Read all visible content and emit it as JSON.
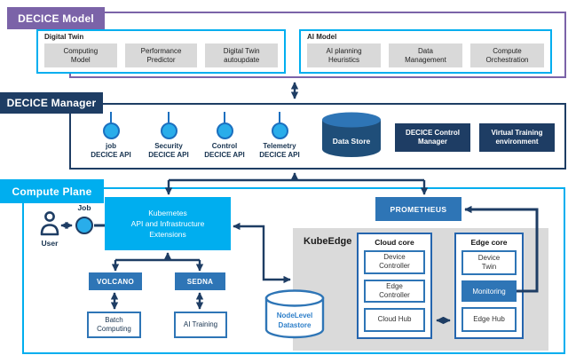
{
  "diagram": {
    "model": {
      "header": "DECICE Model",
      "digital_twin": {
        "title": "Digital Twin",
        "items": [
          "Computing\nModel",
          "Performance\nPredictor",
          "Digital Twin\nautoupdate"
        ]
      },
      "ai_model": {
        "title": "AI Model",
        "items": [
          "AI planning\nHeuristics",
          "Data\nManagement",
          "Compute\nOrchestration"
        ]
      }
    },
    "manager": {
      "header": "DECICE Manager",
      "apis": [
        "job\nDECICE API",
        "Security\nDECICE API",
        "Control\nDECICE API",
        "Telemetry\nDECICE API"
      ],
      "data_store": "Data Store",
      "control_manager": "DECICE Control\nManager",
      "virtual_training": "Virtual Training\nenvironment"
    },
    "compute": {
      "header": "Compute Plane",
      "user": "User",
      "job": "Job",
      "kubernetes": "Kubernetes\nAPI and Infrastructure\nExtensions",
      "volcano": "VOLCANO",
      "sedna": "SEDNA",
      "batch": "Batch\nComputing",
      "ai_training": "AI Training",
      "nodelevel": "NodeLevel\nDatastore",
      "prometheus": "PROMETHEUS",
      "kubeedge": {
        "title": "KubeEdge",
        "cloud_core": {
          "title": "Cloud core",
          "items": [
            "Device\nController",
            "Edge\nController",
            "Cloud Hub"
          ]
        },
        "edge_core": {
          "title": "Edge core",
          "items": [
            "Device\nTwin",
            "Monitoring",
            "Edge Hub"
          ]
        }
      }
    },
    "colors": {
      "purple": "#7B63A8",
      "navy": "#1E3D64",
      "cyan": "#00AEEF",
      "blue": "#2E75B6",
      "box_gray": "#D9D9D9",
      "kubeedge_gray": "#DADADA",
      "cylinder_dark": "#1F4E79",
      "api_circle": "#29ADEA",
      "connector": "#1E3D64"
    }
  }
}
